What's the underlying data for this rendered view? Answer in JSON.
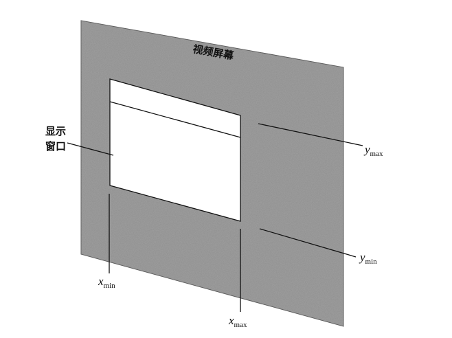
{
  "diagram": {
    "screen_label": "视频屏幕",
    "window_label_line1": "显示",
    "window_label_line2": "窗口",
    "ymax": {
      "var": "y",
      "sub": "max"
    },
    "ymin": {
      "var": "y",
      "sub": "min"
    },
    "xmin": {
      "var": "x",
      "sub": "min"
    },
    "xmax": {
      "var": "x",
      "sub": "max"
    },
    "colors": {
      "screen_fill": "#8f8f8f",
      "window_fill": "#ffffff",
      "line": "#111111"
    }
  }
}
